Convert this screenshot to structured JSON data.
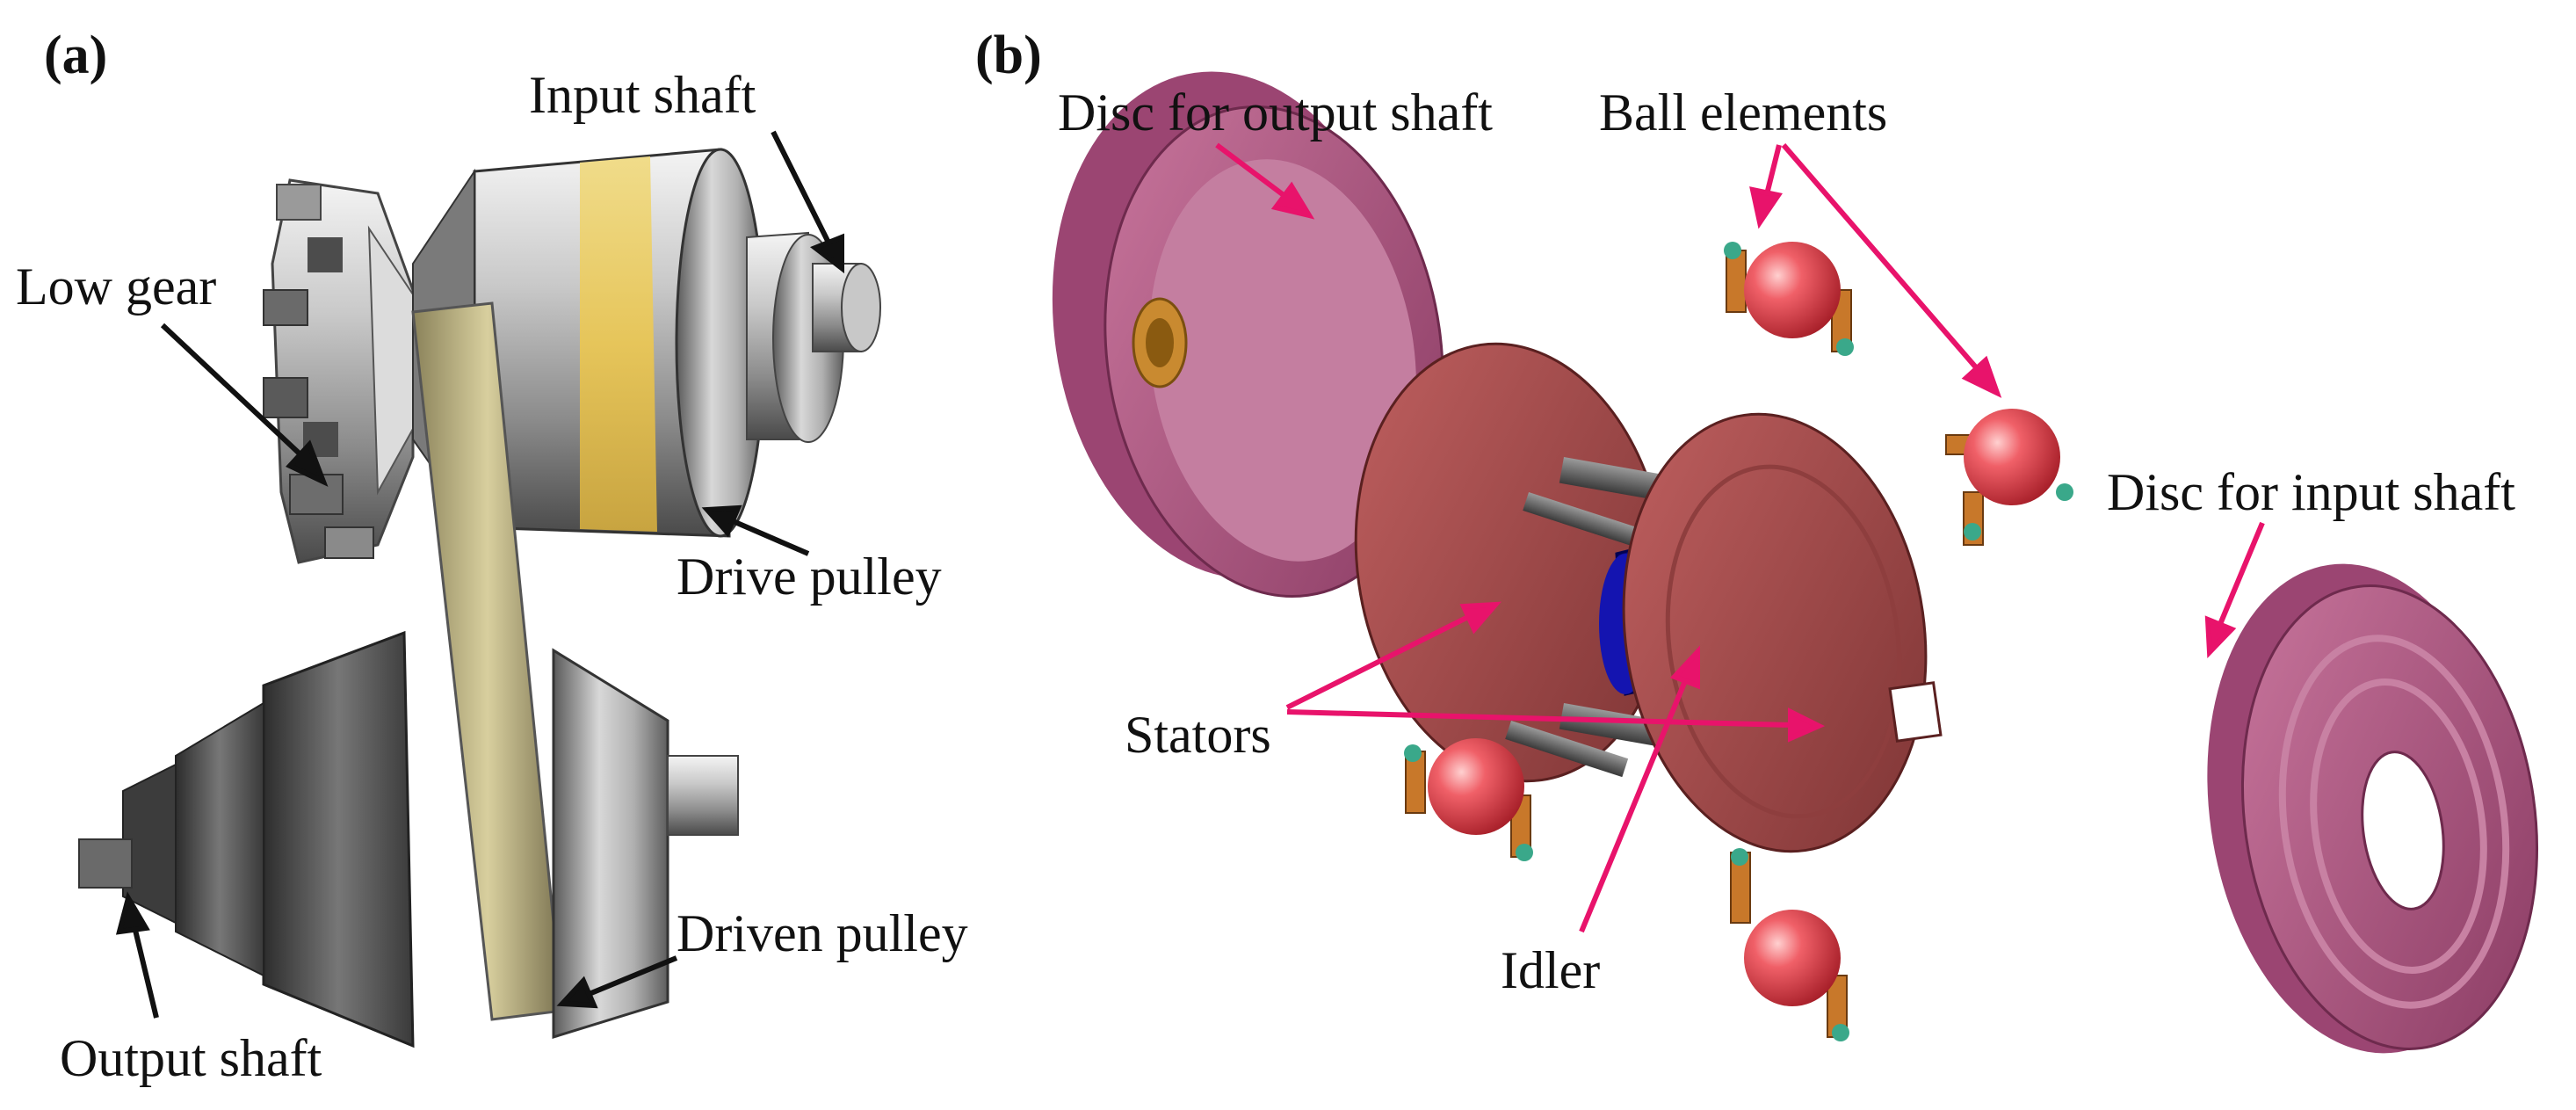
{
  "panel_a": {
    "panel_label": "(a)",
    "labels": {
      "input_shaft": "Input shaft",
      "low_gear": "Low gear",
      "drive_pulley": "Drive pulley",
      "driven_pulley": "Driven pulley",
      "output_shaft": "Output shaft"
    },
    "arrow_color": "#111111"
  },
  "panel_b": {
    "panel_label": "(b)",
    "labels": {
      "disc_output": "Disc for output shaft",
      "ball_elements": "Ball elements",
      "disc_input": "Disc for input shaft",
      "stators": "Stators",
      "idler": "Idler"
    },
    "arrow_color": "#e8136b",
    "colors": {
      "disc": "#b15a86",
      "stator": "#a24a4a",
      "idler": "#0d0da0",
      "ball": "#e8404a",
      "bracket": "#c8782a"
    }
  }
}
